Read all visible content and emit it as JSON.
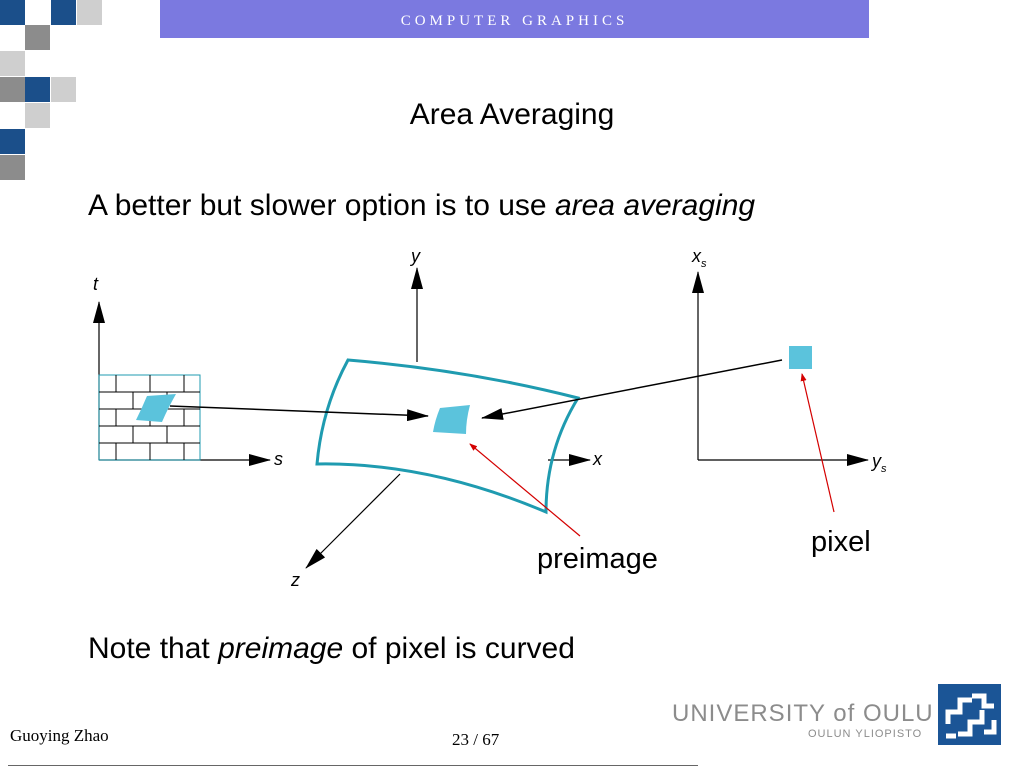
{
  "header": {
    "title": "COMPUTER GRAPHICS"
  },
  "slide": {
    "title": "Area Averaging",
    "line1_prefix": "A better but slower option is to use ",
    "line1_emph": "area averaging",
    "line2_prefix": "Note that ",
    "line2_emph": "preimage",
    "line2_suffix": " of pixel is curved"
  },
  "figure": {
    "texture_axis_t": "t",
    "texture_axis_s": "s",
    "object_axis_y": "y",
    "object_axis_x": "x",
    "object_axis_z": "z",
    "screen_axis_xs": "x",
    "screen_axis_xs_sub": "s",
    "screen_axis_ys": "y",
    "screen_axis_ys_sub": "s",
    "label_preimage": "preimage",
    "label_pixel": "pixel"
  },
  "footer": {
    "author": "Guoying Zhao",
    "page": "23 / 67",
    "university": "UNIVERSITY of OULU",
    "university_sub": "OULUN YLIOPISTO"
  },
  "colors": {
    "header_bar": "#7b79e0",
    "surface_stroke": "#1f9bb0",
    "patch_fill": "#5bc3dc",
    "annotation_arrow": "#d40000",
    "logo_blue": "#1b5596"
  }
}
